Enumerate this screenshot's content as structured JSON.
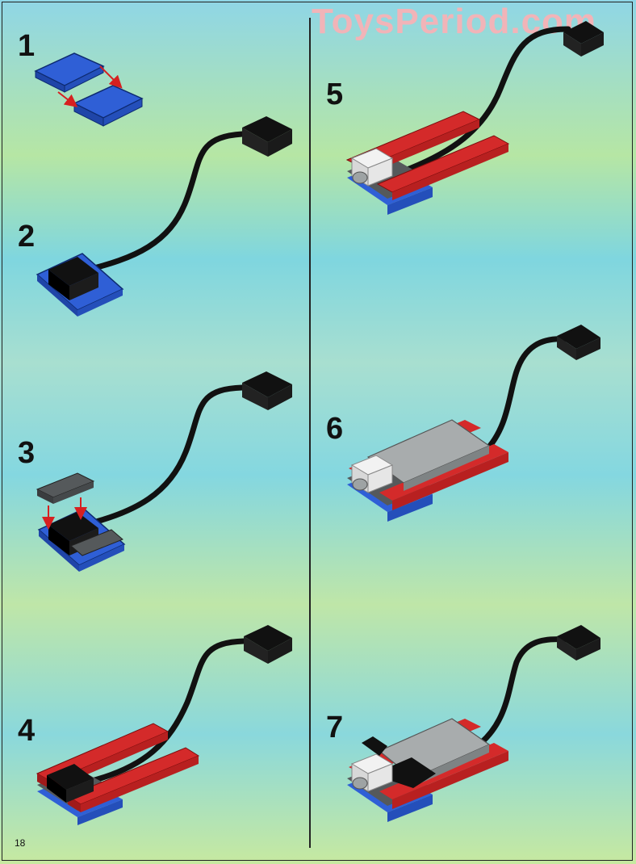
{
  "watermark": "ToysPeriod.com",
  "steps": [
    "1",
    "2",
    "3",
    "4",
    "5",
    "6",
    "7"
  ],
  "page_number": "18",
  "colors": {
    "blue": "#2f5fd6",
    "red": "#d42a2a",
    "gray": "#9ea3a4",
    "dark_gray": "#55595b",
    "black": "#111111",
    "arrow": "#d62020"
  }
}
